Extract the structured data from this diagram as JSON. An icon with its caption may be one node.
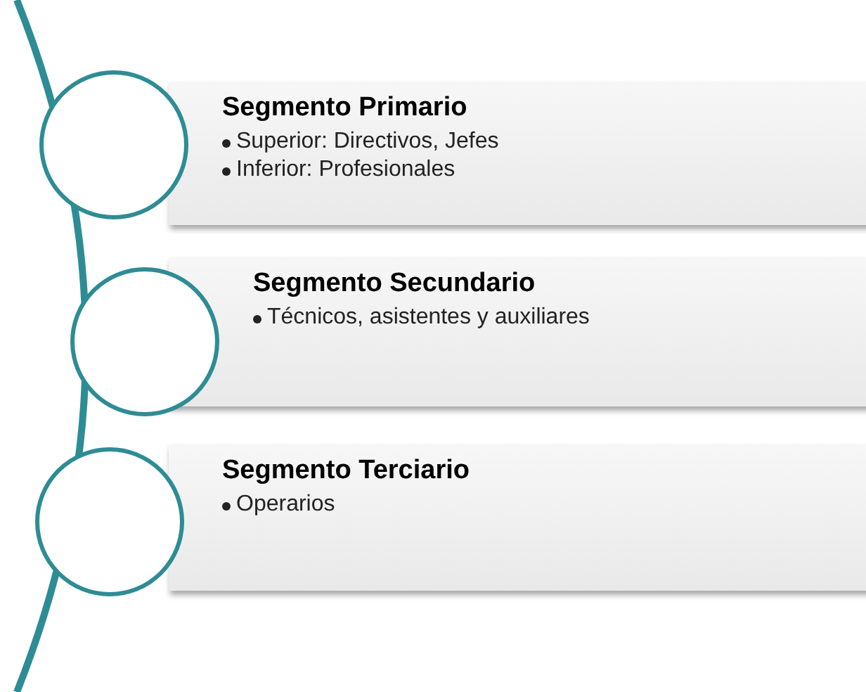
{
  "diagram": {
    "nodes": [
      {
        "text": [],
        "shape": "circle"
      },
      {
        "text": [
          "Segmento Primario",
          "Superior: Directivos, Jefes",
          "Inferior: Profesionales"
        ]
      },
      {
        "text": [],
        "shape": "circle"
      },
      {
        "text": [
          "Segmento Secundario",
          "Técnicos, asistentes y auxiliares"
        ]
      },
      {
        "text": [],
        "shape": "circle"
      },
      {
        "text": [
          "Segmento Terciario",
          "Operarios"
        ]
      }
    ]
  }
}
